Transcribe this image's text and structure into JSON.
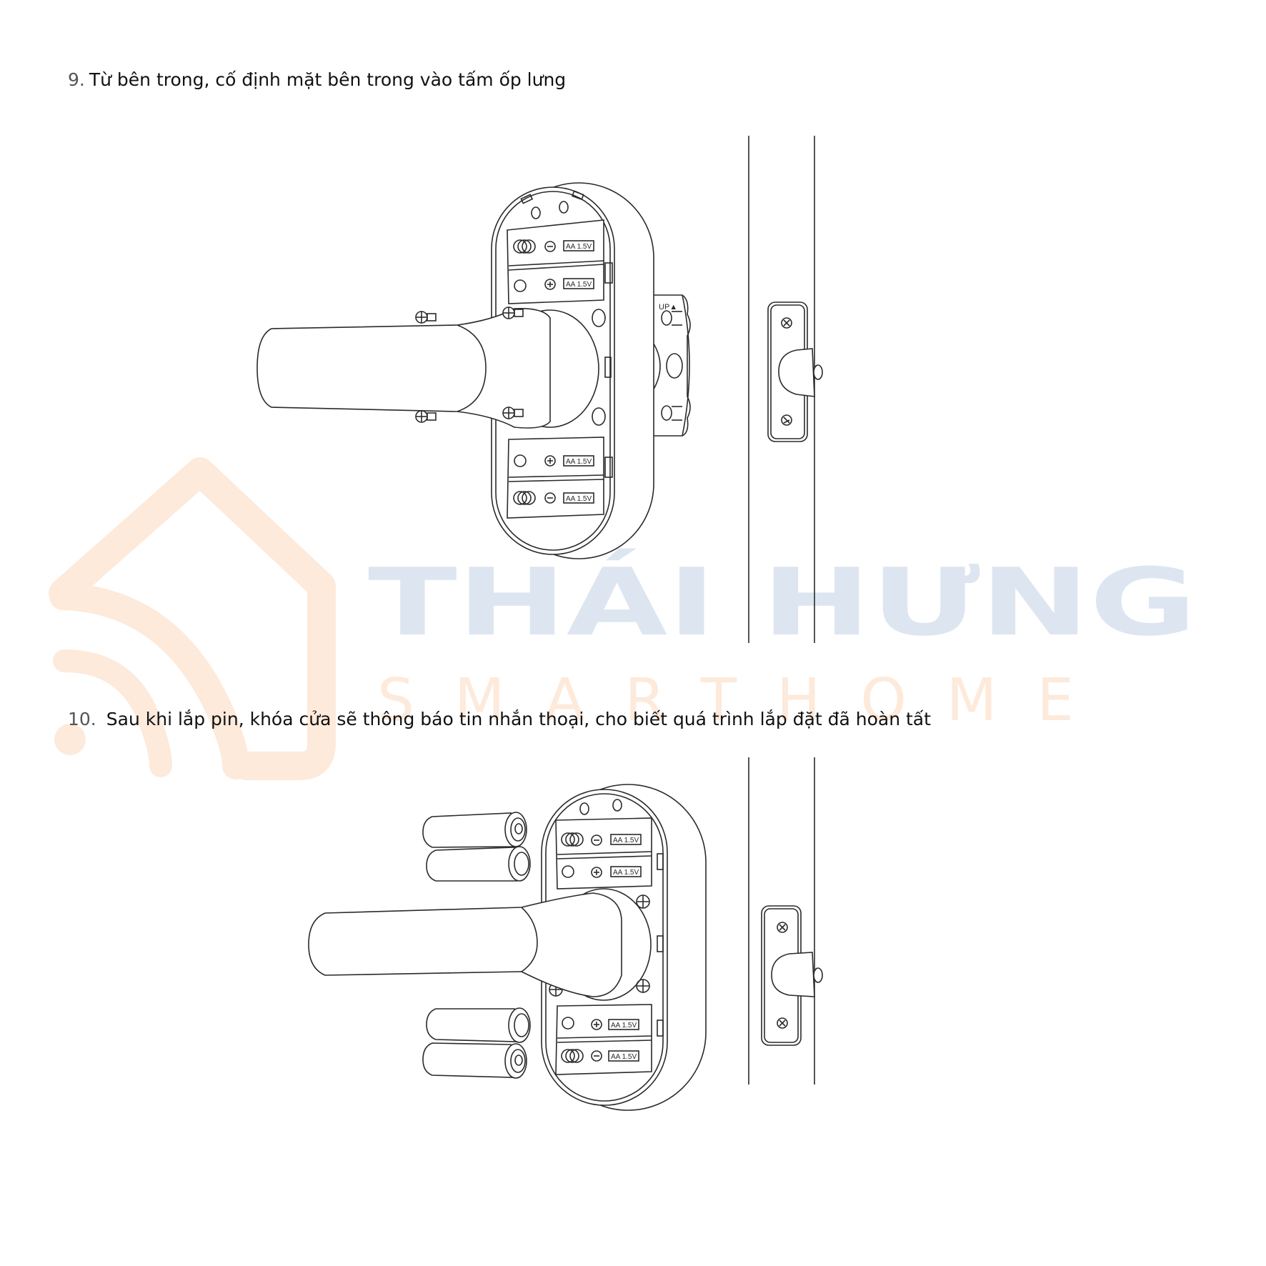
{
  "document": {
    "steps": [
      {
        "number": "9.",
        "text": "Từ bên trong, cố định mặt bên trong vào tấm ốp lưng",
        "figure": {
          "description": "Handle fixed onto inner panel with screws; back plate with UP marker; strike plate on door frame",
          "battery_labels": [
            "AA 1.5V",
            "AA 1.5V",
            "AA 1.5V",
            "AA 1.5V"
          ],
          "battery_polarity": [
            "−",
            "+",
            "+",
            "−"
          ],
          "bracket_label": "UP▲"
        }
      },
      {
        "number": "10.",
        "text": "Sau khi lắp pin, khóa cửa sẽ thông báo tin nhắn thoại, cho biết quá trình lắp đặt đã hoàn tất",
        "figure": {
          "description": "Four AA batteries being inserted into inner panel compartments",
          "battery_labels": [
            "AA 1.5V",
            "AA 1.5V",
            "AA 1.5V",
            "AA 1.5V"
          ],
          "battery_polarity": [
            "−",
            "+",
            "+",
            "−"
          ]
        }
      }
    ]
  },
  "watermark": {
    "brand": "THÁI HƯNG",
    "sub": "SMARTHOME",
    "brand_color": "#dde6f0",
    "sub_color": "#fdeadb",
    "logo_color": "#fdeadb"
  },
  "colors": {
    "line": "#2a2a2a",
    "text": "#111111",
    "number": "#555555"
  }
}
